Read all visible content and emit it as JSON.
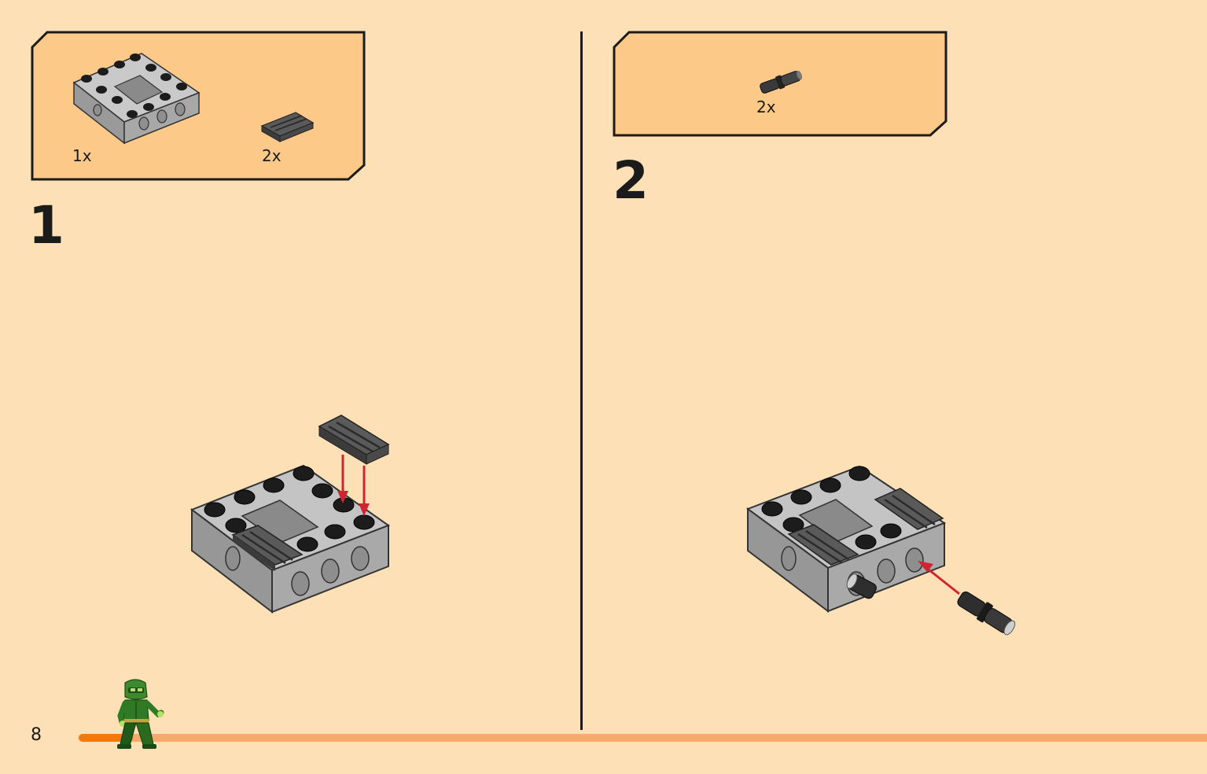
{
  "page": {
    "number": "8"
  },
  "progress": {
    "fraction": 0.048
  },
  "steps": [
    {
      "number": "1",
      "parts": [
        {
          "qty": "1x",
          "part": "frame-brick"
        },
        {
          "qty": "2x",
          "part": "grooved-tile"
        }
      ]
    },
    {
      "number": "2",
      "parts": [
        {
          "qty": "2x",
          "part": "connector-pin"
        }
      ]
    }
  ],
  "colors": {
    "background": "#fee0b6",
    "parts_box": "#fdc988",
    "brick_gray": "#a5a5a5",
    "dark_part": "#4e4e4e",
    "stud_black": "#1c1c1c",
    "arrow_red": "#d42330",
    "progress_fill": "#f07a10",
    "progress_track": "#f8aa6c",
    "figure_green": "#3d8a2e"
  }
}
